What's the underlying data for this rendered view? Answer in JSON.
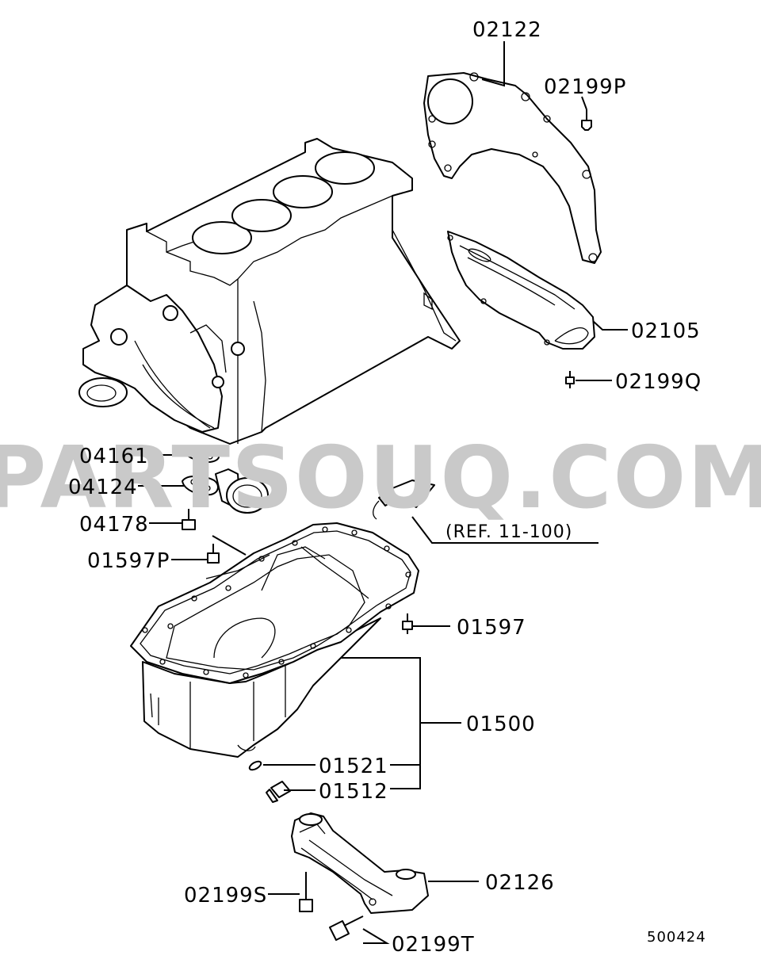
{
  "watermark": "PARTSOUQ.COM",
  "figure_number": "500424",
  "reference_note": "(REF. 11-100)",
  "callouts": {
    "p02122": "02122",
    "p02199P": "02199P",
    "p02105": "02105",
    "p02199Q": "02199Q",
    "p04161": "04161",
    "p04124": "04124",
    "p04178": "04178",
    "p01597P": "01597P",
    "p01597": "01597",
    "p01500": "01500",
    "p01521": "01521",
    "p01512": "01512",
    "p02126": "02126",
    "p02199S": "02199S",
    "p02199T": "02199T"
  },
  "colors": {
    "ink": "#000000",
    "watermark": "#c9c9c9",
    "paper": "#ffffff"
  }
}
